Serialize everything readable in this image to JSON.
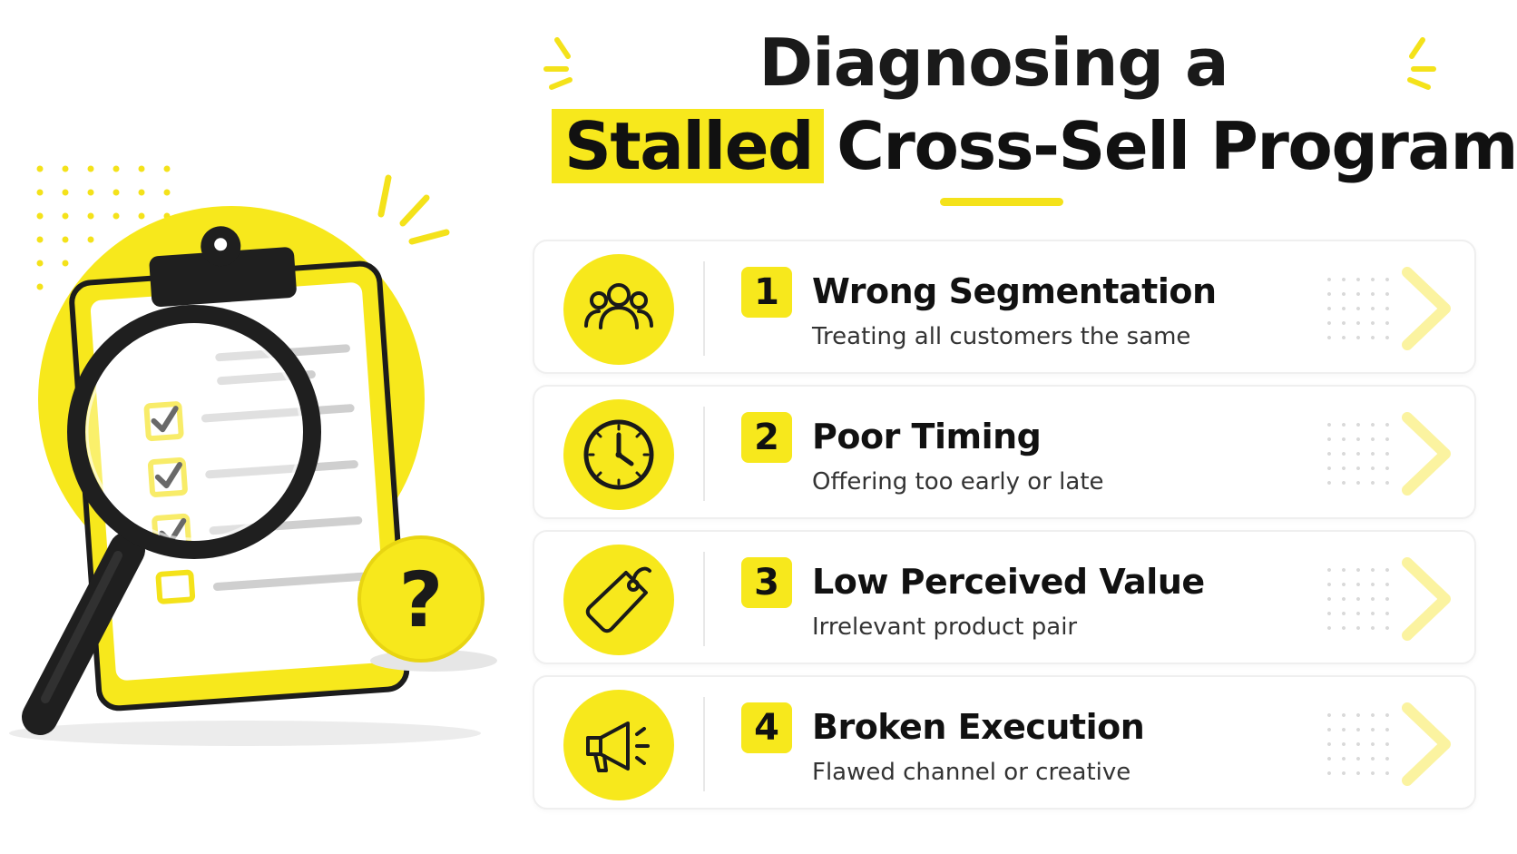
{
  "title": {
    "line1": "Diagnosing a",
    "highlight": "Stalled",
    "rest": "Cross-Sell Program"
  },
  "colors": {
    "accent": "#f7e81c",
    "text": "#111111",
    "subtext": "#333333",
    "card_border": "#efefef"
  },
  "items": [
    {
      "number": "1",
      "title": "Wrong Segmentation",
      "subtitle": "Treating all customers the same",
      "icon": "people-group-icon"
    },
    {
      "number": "2",
      "title": "Poor Timing",
      "subtitle": "Offering too early or late",
      "icon": "clock-icon"
    },
    {
      "number": "3",
      "title": "Low Perceived Value",
      "subtitle": "Irrelevant product pair",
      "icon": "price-tag-icon"
    },
    {
      "number": "4",
      "title": "Broken Execution",
      "subtitle": "Flawed channel or creative",
      "icon": "megaphone-icon"
    }
  ],
  "illustration": {
    "icons": [
      "clipboard-icon",
      "magnifying-glass-icon",
      "question-mark-badge-icon",
      "checkmark-icon"
    ],
    "badge_glyph": "?"
  }
}
